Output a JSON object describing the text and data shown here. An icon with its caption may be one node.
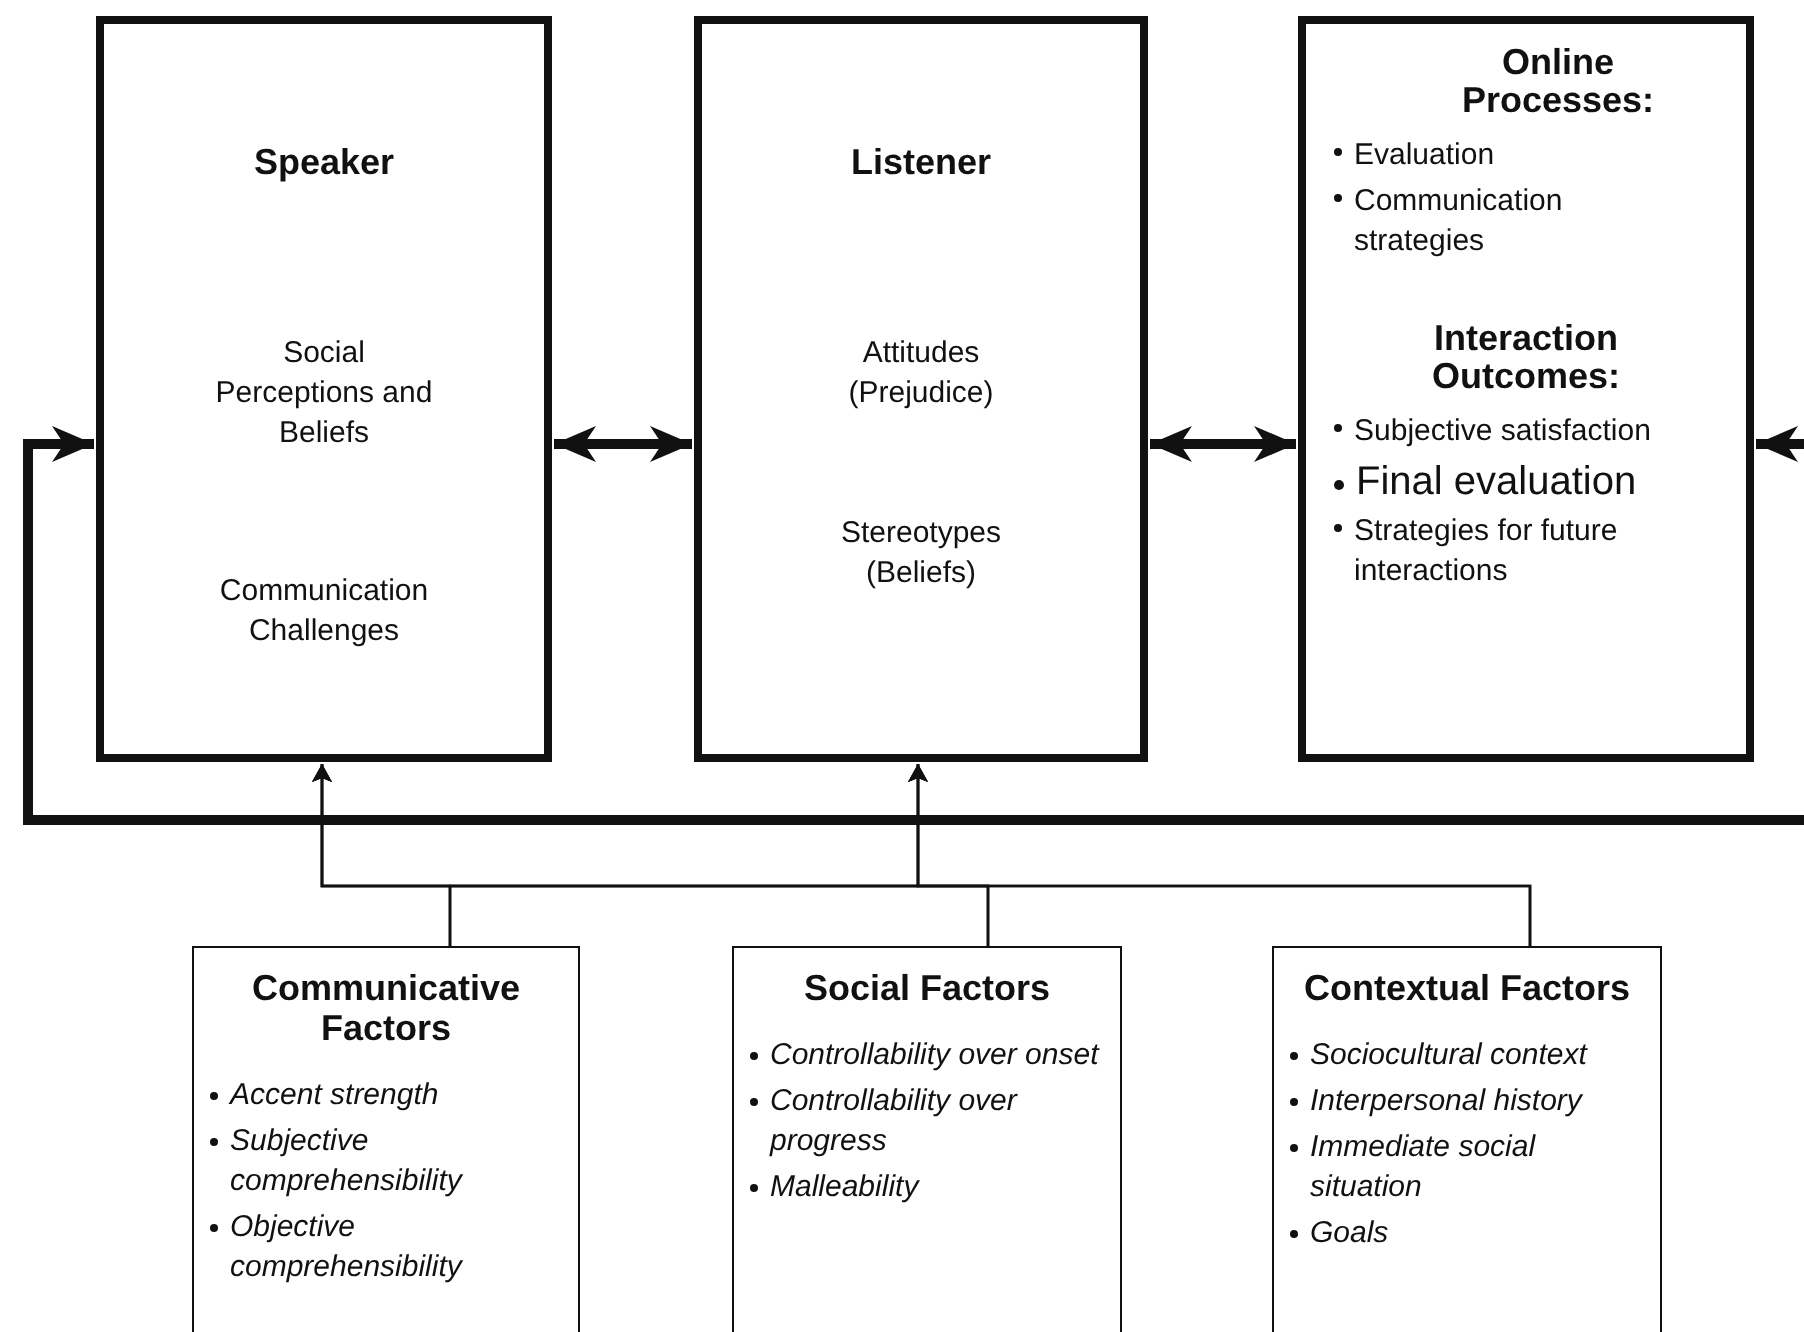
{
  "diagram": {
    "nodes": [
      {
        "text": [
          "Speaker",
          "Social Perceptions and Beliefs",
          "Communication Challenges"
        ]
      },
      {
        "text": [
          "Listener",
          "Attitudes (Prejudice)",
          "Stereotypes (Beliefs)"
        ]
      },
      {
        "text": [
          "Online Processes:",
          "Evaluation",
          "Communication strategies",
          "Interaction Outcomes:",
          "Subjective satisfaction",
          "Final evaluation",
          "Strategies for future interactions"
        ]
      },
      {
        "text": [
          "Communicative Factors",
          "Accent strength",
          "Subjective comprehensibility",
          "Objective comprehensibility"
        ]
      },
      {
        "text": [
          "Social Factors",
          "Controllability over onset",
          "Controllability over progress",
          "Malleability"
        ]
      },
      {
        "text": [
          "Contextual Factors",
          "Sociocultural context",
          "Interpersonal history",
          "Immediate social situation",
          "Goals"
        ]
      }
    ],
    "edges": [
      {
        "from": 0,
        "to": 1,
        "arrow": "both",
        "style": "thick"
      },
      {
        "from": 1,
        "to": 2,
        "arrow": "both",
        "style": "thick"
      },
      {
        "from": null,
        "to": 2,
        "arrow": "to",
        "style": "thick"
      },
      {
        "from": null,
        "to": 0,
        "arrow": "to",
        "style": "thick"
      },
      {
        "from": 3,
        "to": 0,
        "arrow": "to"
      },
      {
        "from": 3,
        "to": 1,
        "arrow": "to"
      },
      {
        "from": 4,
        "to": 0,
        "arrow": "to"
      },
      {
        "from": 4,
        "to": 1,
        "arrow": "to"
      },
      {
        "from": 5,
        "to": 0,
        "arrow": "to"
      },
      {
        "from": 5,
        "to": 1,
        "arrow": "to"
      }
    ]
  }
}
